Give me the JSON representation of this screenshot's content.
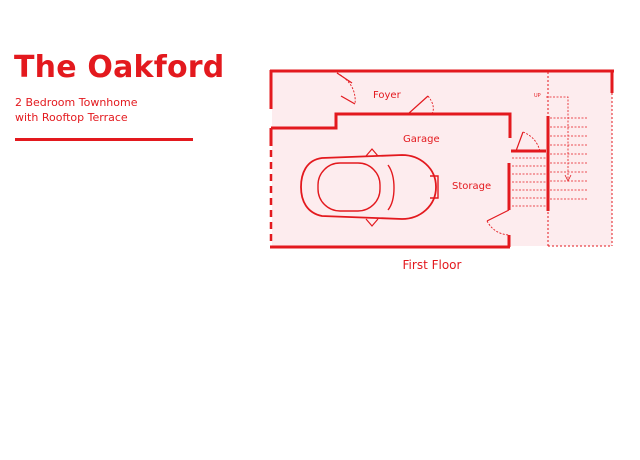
{
  "header": {
    "title": "The Oakford",
    "subtitle_line1": "2 Bedroom Townhome",
    "subtitle_line2": "with Rooftop Terrace"
  },
  "floor_plan": {
    "floor_label": "First Floor",
    "rooms": {
      "foyer": "Foyer",
      "garage": "Garage",
      "storage": "Storage"
    },
    "stair_label": "UP"
  },
  "colors": {
    "accent": "#e3191e",
    "room_fill": "#fdecee"
  }
}
